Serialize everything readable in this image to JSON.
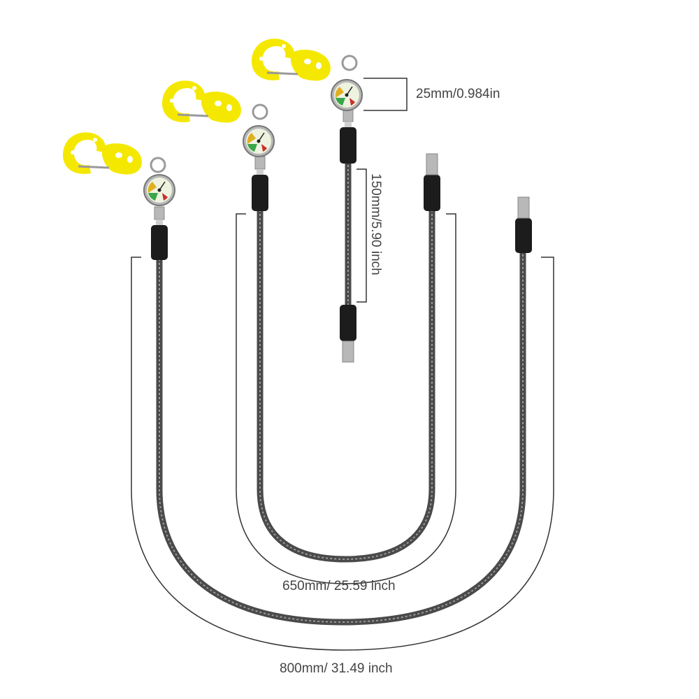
{
  "dimensions": {
    "gauge_diameter": "25mm/0.984in",
    "short_hose": "150mm/5.90 inch",
    "mid_hose": "650mm/ 25.59 inch",
    "long_hose": "800mm/ 31.49 inch"
  },
  "colors": {
    "clip": "#f5e800",
    "clip_shadow": "#d9c800",
    "hose": "#4a4a4a",
    "hose_highlight": "#9a9a9a",
    "sleeve": "#1c1c1c",
    "metal": "#b8b8b8",
    "dim_line": "#333333",
    "gauge_face": "#eef3e0",
    "gauge_green": "#3aa64a",
    "gauge_yellow": "#e0b020",
    "gauge_red": "#c8302a"
  },
  "products": [
    {
      "name": "hose-with-gauge-800mm"
    },
    {
      "name": "hose-with-gauge-650mm"
    },
    {
      "name": "hose-with-gauge-150mm"
    }
  ]
}
